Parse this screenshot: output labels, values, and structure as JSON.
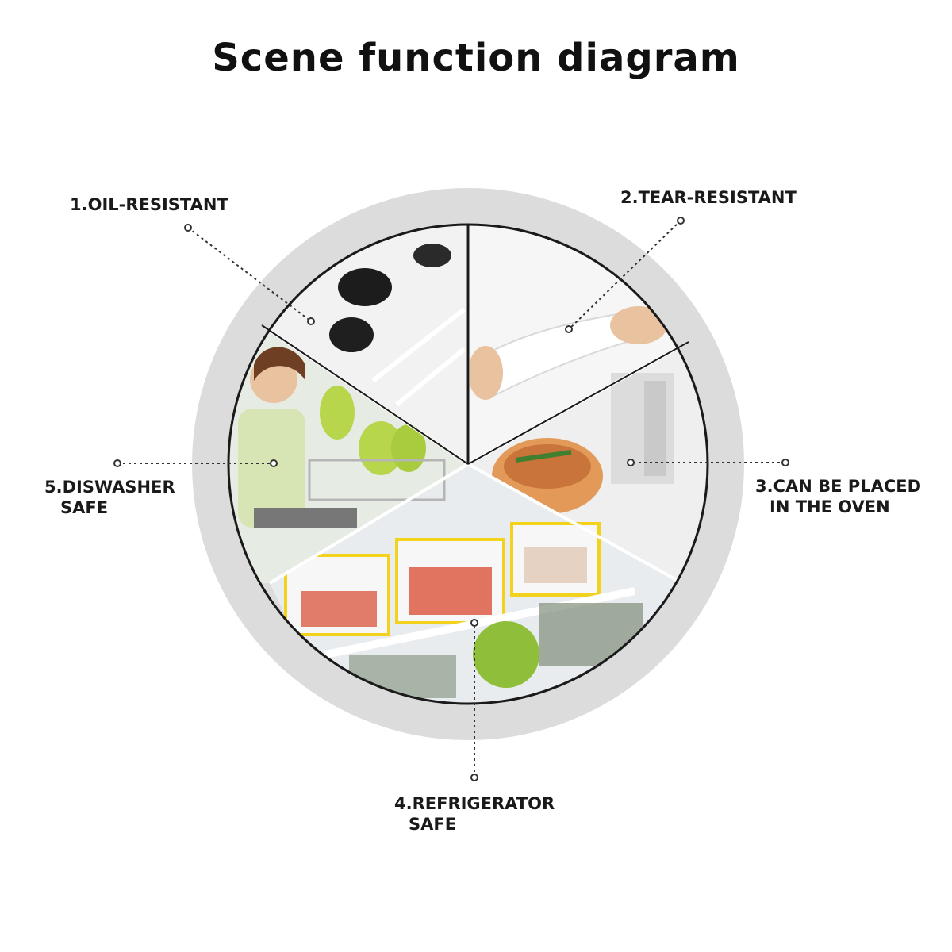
{
  "title": "Scene function diagram",
  "callouts": [
    {
      "id": "oil-resistant",
      "lines": [
        "1.OIL-RESISTANT"
      ]
    },
    {
      "id": "tear-resistant",
      "lines": [
        "2.TEAR-RESISTANT"
      ]
    },
    {
      "id": "oven",
      "lines": [
        "3.CAN BE PLACED",
        "IN THE OVEN"
      ]
    },
    {
      "id": "refrigerator",
      "lines": [
        "4.REFRIGERATOR",
        "SAFE"
      ]
    },
    {
      "id": "dishwasher",
      "lines": [
        "5.DISWASHER",
        "SAFE"
      ]
    }
  ],
  "colors": {
    "ring": "#dcdcdc",
    "ring_outline": "#1a1a1a",
    "leader": "#333333",
    "text": "#111111",
    "stovetop": "#f2f2f2",
    "knob": "#1c1c1c",
    "paper": "#f6f6f6",
    "skin": "#e9c2a0",
    "microwave": "#efefef",
    "container_lid": "#f2d21c",
    "food_red": "#d9523b",
    "lime": "#8fbf3a",
    "kitchen": "#e6ebe3",
    "plate_green": "#b7d64b"
  }
}
